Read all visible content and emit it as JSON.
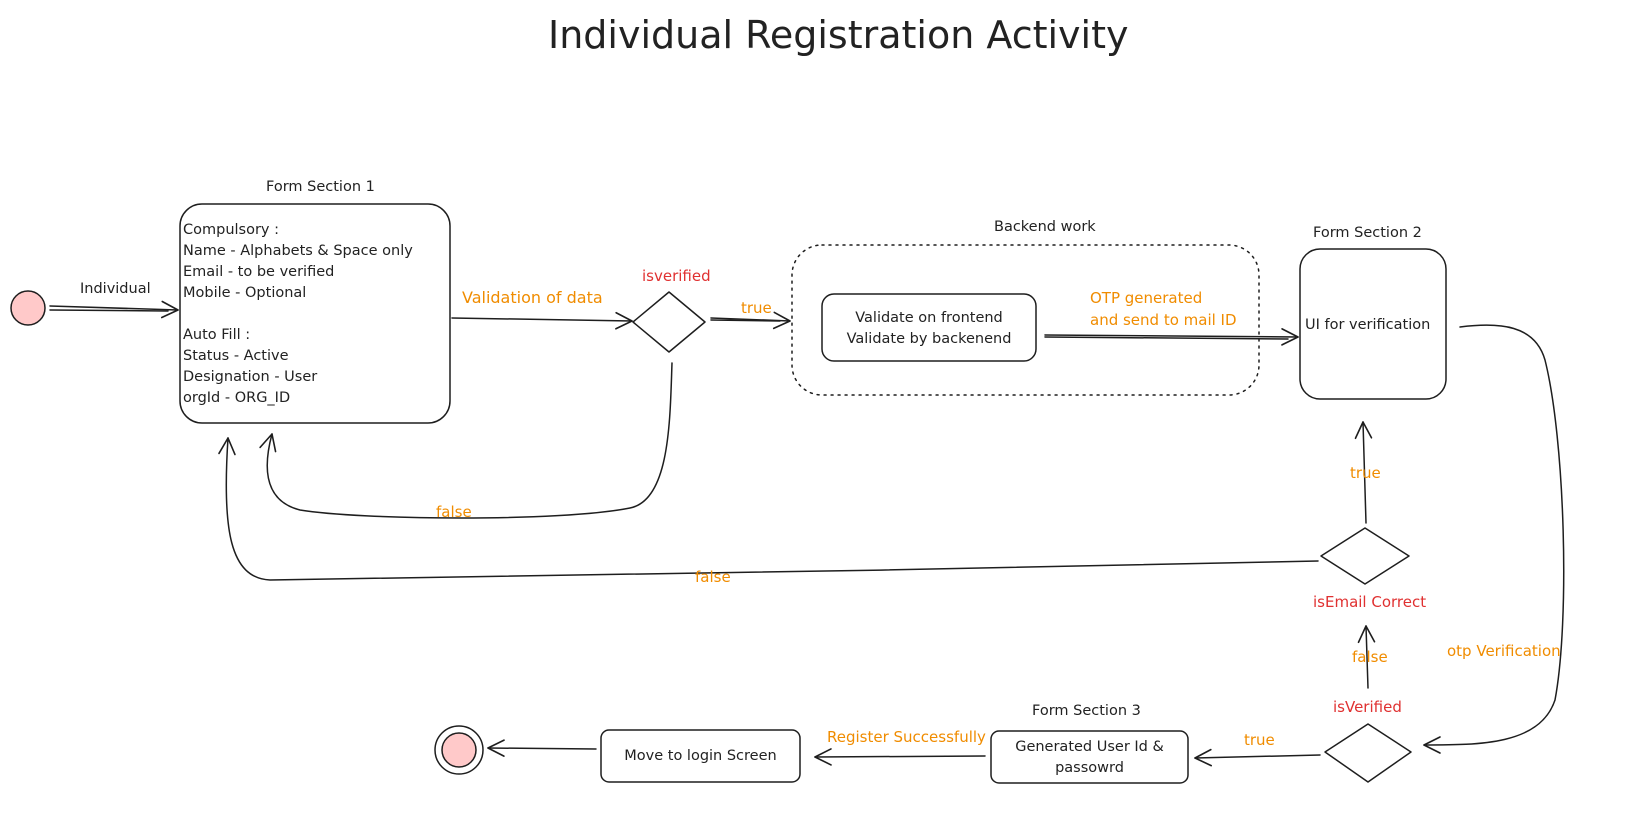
{
  "title": "Individual Registration Activity",
  "colors": {
    "ink": "#1e1e1e",
    "orange": "#f08c00",
    "red": "#e03131",
    "node_fill": "#ffc9c9"
  },
  "labels": {
    "form_section_1": "Form Section 1",
    "form_section_2": "Form Section 2",
    "form_section_3": "Form Section 3",
    "backend_work": "Backend work",
    "individual": "Individual"
  },
  "form1": {
    "lines": [
      "Compulsory :",
      "Name - Alphabets & Space only",
      "Email - to be verified",
      "Mobile - Optional",
      "",
      "Auto Fill :",
      "Status - Active",
      "Designation - User",
      "orgId - ORG_ID"
    ]
  },
  "backend_box": {
    "line1": "Validate on frontend",
    "line2": "Validate by backenend"
  },
  "form2_box": "UI for verification",
  "form3_box": {
    "line1": "Generated User Id &",
    "line2": "passowrd"
  },
  "login_box": "Move to login Screen",
  "decisions": {
    "isverified": "isverified",
    "is_email_correct": "isEmail Correct",
    "is_verified": "isVerified"
  },
  "edges": {
    "validation_of_data": "Validation of data",
    "true_1": "true",
    "false_1": "false",
    "otp_line1": "OTP generated",
    "otp_line2": "and send to mail ID",
    "otp_verification": "otp Verification",
    "true_email": "true",
    "false_email": "false",
    "false_verified": "false",
    "true_verified": "true",
    "register_successfully": "Register Successfully"
  }
}
